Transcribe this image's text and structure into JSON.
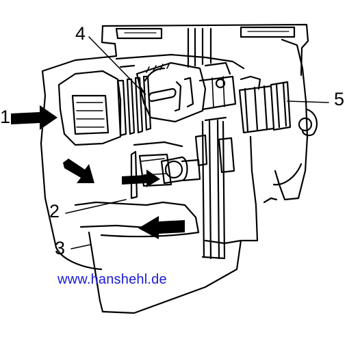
{
  "callouts": {
    "c1": "1",
    "c2": "2",
    "c3": "3",
    "c4": "4",
    "c5": "5"
  },
  "watermark": "www.hanshehl.de",
  "colors": {
    "ink": "#000000",
    "watermark": "#1a1ad6",
    "background": "#ffffff"
  }
}
